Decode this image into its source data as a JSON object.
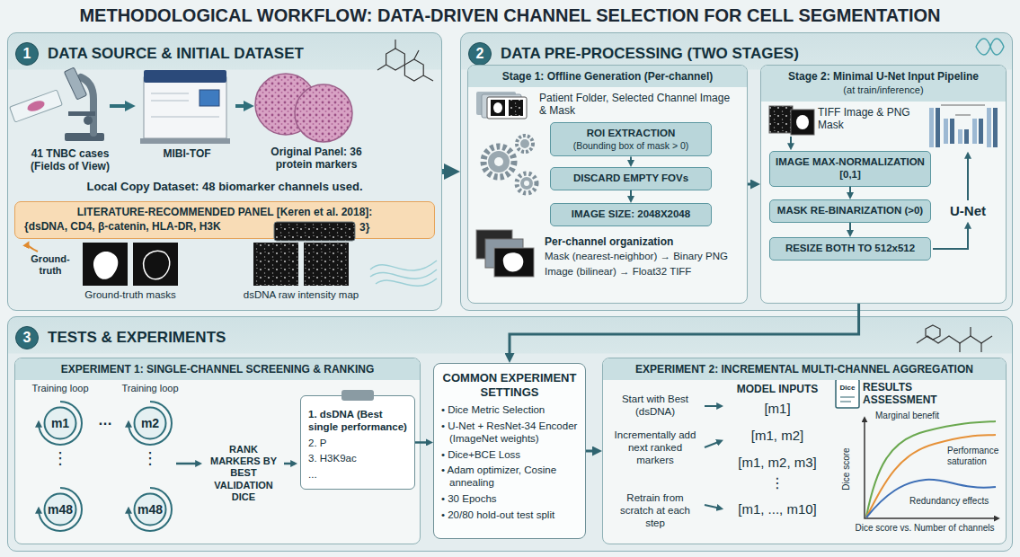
{
  "diagram": {
    "title": "METHODOLOGICAL WORKFLOW: DATA-DRIVEN CHANNEL SELECTION FOR CELL SEGMENTATION",
    "nodes": [
      {
        "text": [
          "DATA SOURCE & INITIAL DATASET"
        ]
      },
      {
        "text": [
          "1"
        ],
        "in": 0
      },
      {
        "text": [
          "LITERATURE-RECOMMENDED PANEL [Keren et al. 2018]:",
          "{dsDNA, CD4, β-catenin, HLA-DR, H3K"
        ],
        "in": 0
      },
      {
        "text": [
          "DATA PRE-PROCESSING (TWO STAGES)"
        ]
      },
      {
        "text": [
          "2"
        ],
        "in": 3
      },
      {
        "text": [
          "Stage 1: Offline Generation (Per-channel)"
        ],
        "in": 3
      },
      {
        "text": [
          "ROI EXTRACTION",
          "(Bounding box of mask > 0)"
        ],
        "in": 5
      },
      {
        "text": [
          "DISCARD EMPTY FOVs"
        ],
        "in": 5
      },
      {
        "text": [
          "IMAGE SIZE: 2048X2048"
        ],
        "in": 5
      },
      {
        "text": [
          "Stage 2: Minimal U-Net Input Pipeline",
          "(at train/inference)"
        ],
        "in": 3
      },
      {
        "text": [
          "IMAGE MAX-NORMALIZATION [0,1]"
        ],
        "in": 9
      },
      {
        "text": [
          "MASK RE-BINARIZATION (>0)"
        ],
        "in": 9
      },
      {
        "text": [
          "RESIZE BOTH TO 512x512"
        ],
        "in": 9
      },
      {
        "text": [
          "TESTS & EXPERIMENTS"
        ]
      },
      {
        "text": [
          "3"
        ],
        "in": 13
      },
      {
        "text": [
          "EXPERIMENT 1: SINGLE-CHANNEL SCREENING & RANKING"
        ],
        "in": 13
      },
      {
        "text": [
          "m1"
        ],
        "in": 15
      },
      {
        "text": [
          "m2"
        ],
        "in": 15
      },
      {
        "text": [
          "m48"
        ],
        "in": 15
      },
      {
        "text": [
          "m48"
        ],
        "in": 15
      },
      {
        "text": [
          "1. dsDNA (Best single performance)",
          "2. P",
          "3. H3K9ac",
          "..."
        ],
        "in": 15
      },
      {
        "text": [
          "COMMON EXPERIMENT SETTINGS",
          "• Dice Metric Selection",
          "• U-Net + ResNet-34 Encoder (ImageNet weights)",
          "• Dice+BCE Loss",
          "• Adam optimizer, Cosine annealing",
          "• 30 Epochs",
          "• 20/80 hold-out test split"
        ],
        "in": 13
      },
      {
        "text": [
          "EXPERIMENT 2: INCREMENTAL MULTI-CHANNEL AGGREGATION"
        ],
        "in": 13
      }
    ],
    "edges": [
      {
        "from": 0,
        "to": 3,
        "arrow": "to"
      },
      {
        "from": 5,
        "to": 9,
        "arrow": "to"
      },
      {
        "from": 6,
        "to": 7,
        "arrow": "to"
      },
      {
        "from": 7,
        "to": 8,
        "arrow": "to"
      },
      {
        "from": 10,
        "to": 11,
        "arrow": "to"
      },
      {
        "from": 11,
        "to": 12,
        "arrow": "to"
      },
      {
        "from": 9,
        "to": 21,
        "arrow": "to"
      },
      {
        "from": 20,
        "to": 21,
        "arrow": "to"
      },
      {
        "from": 21,
        "to": 22,
        "arrow": "to"
      }
    ],
    "labels": [
      "41 TNBC cases (Fields of View)",
      "MIBI-TOF",
      "Original Panel: 36 protein markers",
      "Local Copy Dataset: 48 biomarker channels used.",
      "3}",
      "Ground-truth",
      "Ground-truth masks",
      "dsDNA raw intensity map",
      "Patient Folder, Selected Channel Image & Mask",
      "Per-channel organization",
      "Mask (nearest-neighbor) → Binary PNG",
      "Image (bilinear) → Float32 TIFF",
      "TIFF Image & PNG Mask",
      "U-Net",
      "Training loop",
      "Training loop",
      "…",
      "⋮",
      "⋮",
      "RANK MARKERS BY BEST VALIDATION DICE",
      "Start with Best (dsDNA)",
      "Incrementally add next ranked markers",
      "Retrain from scratch at each step",
      "MODEL INPUTS",
      "[m1]",
      "[m1, m2]",
      "[m1, m2, m3]",
      "⋮",
      "[m1, ..., m10]",
      "RESULTS ASSESSMENT",
      "Dice",
      "Marginal benefit",
      "Performance saturation",
      "Redundancy effects",
      "Dice score",
      "Dice score vs. Number of channels"
    ]
  }
}
